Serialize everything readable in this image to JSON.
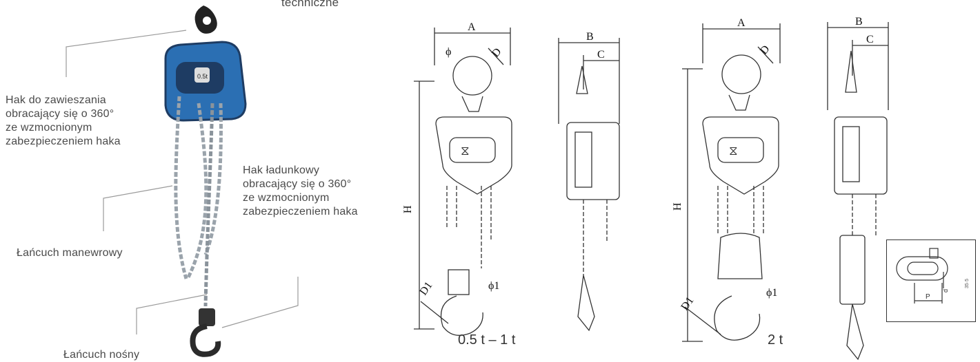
{
  "header_fragment": "techniczne",
  "callouts": {
    "swivel_hook": "Hak do zawieszania\nobracający się o 360°\nze wzmocnionym\nzabezpieczeniem haka",
    "load_hook": "Hak ładunkowy\nobracający się o 360°\nze wzmocnionym\nzabezpieczeniem haka",
    "hand_chain": "Łańcuch manewrowy",
    "load_chain": "Łańcuch nośny"
  },
  "drawing1": {
    "dims": {
      "A": "A",
      "B": "B",
      "C": "C",
      "D": "D",
      "H": "H",
      "D1": "D1",
      "phi": "ϕ",
      "phi1": "ϕ1"
    },
    "capacity": "0.5 t – 1 t"
  },
  "drawing2": {
    "dims": {
      "A": "A",
      "B": "B",
      "C": "C",
      "D": "D",
      "H": "H",
      "D1": "D1",
      "phi1": "ϕ1"
    },
    "capacity": "2 t"
  },
  "chain_link_detail": {
    "p_label": "P",
    "d_label": "d",
    "side_note": "35·5"
  },
  "colors": {
    "hoist_body": "#2b6fb3",
    "hoist_dark": "#1e3c63",
    "chain": "#9aa3ab",
    "hook": "#2b2b2b",
    "leader": "#9a9a9a"
  }
}
